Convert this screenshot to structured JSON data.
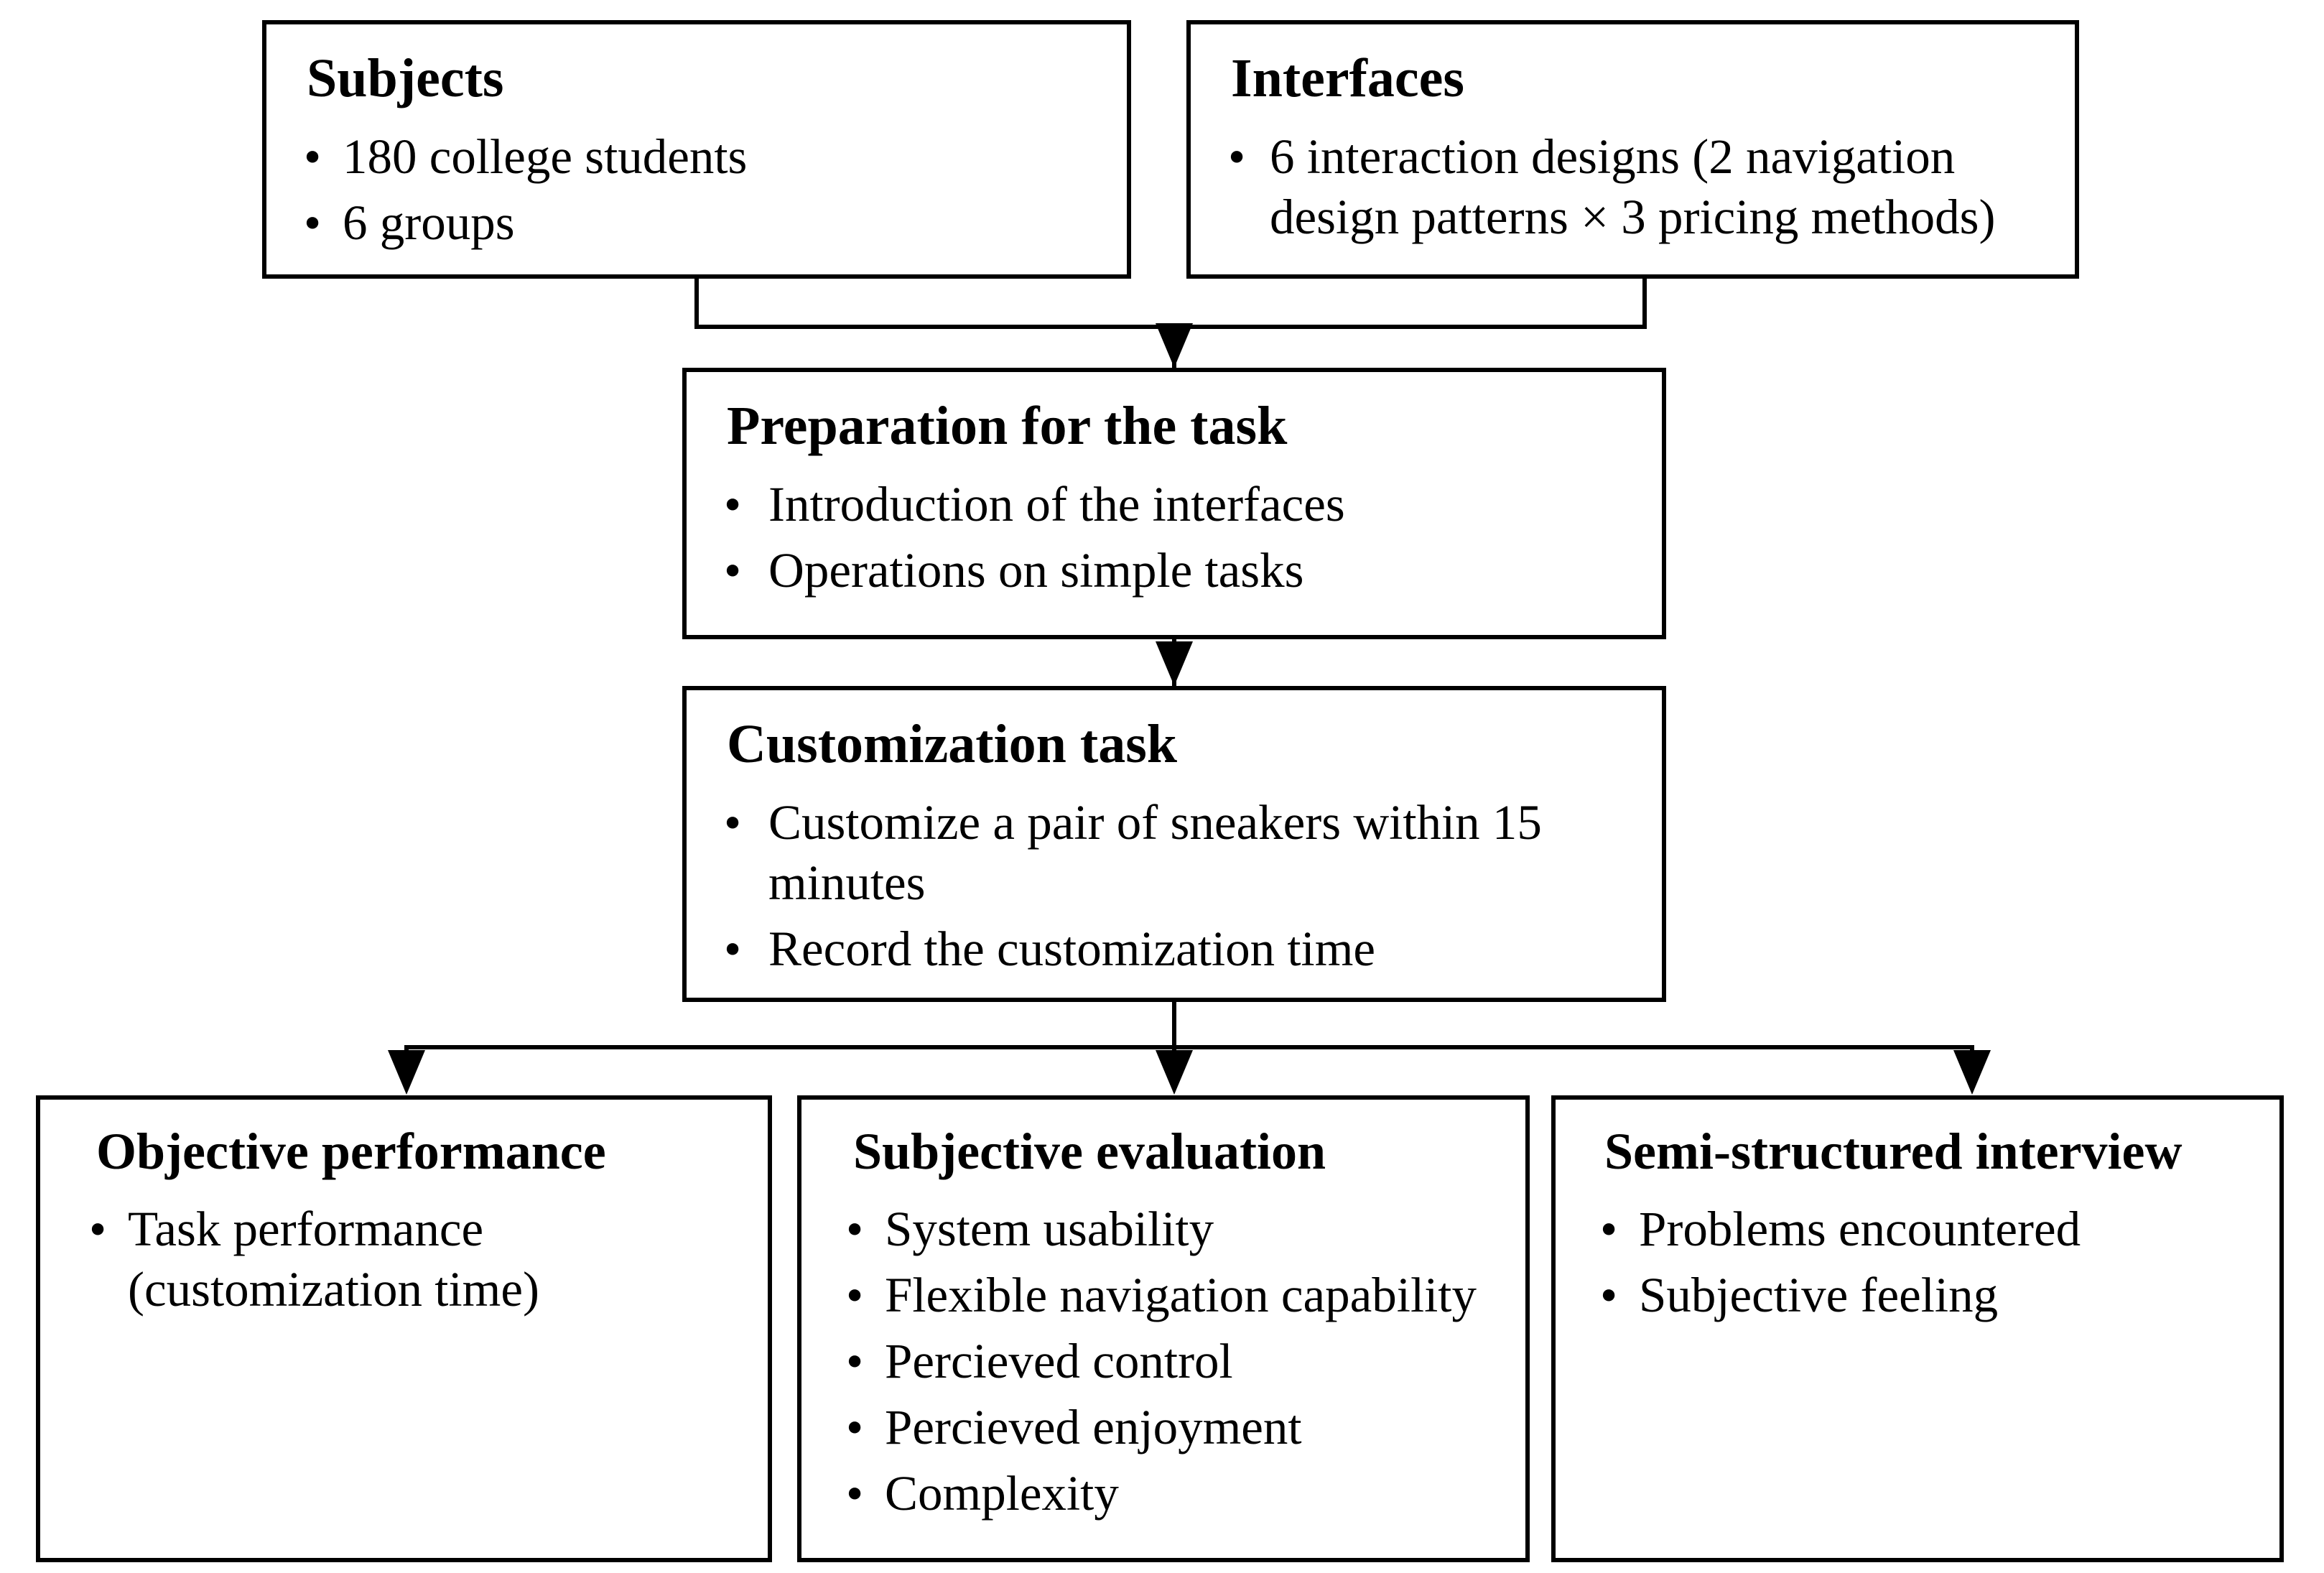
{
  "diagram": {
    "type": "experiment-procedure-flowchart",
    "colors": {
      "stroke": "#000000",
      "background": "#ffffff",
      "text": "#000000"
    },
    "nodes": {
      "subjects": {
        "title": "Subjects",
        "bullets": [
          "180 college students",
          "6 groups"
        ]
      },
      "interfaces": {
        "title": "Interfaces",
        "bullets": [
          "6 interaction designs (2 navigation design patterns × 3 pricing methods)"
        ]
      },
      "preparation": {
        "title": "Preparation for the task",
        "bullets": [
          "Introduction of the interfaces",
          "Operations on simple tasks"
        ]
      },
      "customization": {
        "title": "Customization task",
        "bullets": [
          "Customize a pair of sneakers within 15 minutes",
          "Record the customization time"
        ]
      },
      "objective": {
        "title": "Objective performance",
        "bullets": [
          "Task performance (customization time)"
        ]
      },
      "subjective": {
        "title": "Subjective evaluation",
        "bullets": [
          "System usability",
          "Flexible navigation capability",
          "Percieved control",
          "Percieved enjoyment",
          "Complexity"
        ]
      },
      "interview": {
        "title": "Semi-structured interview",
        "bullets": [
          "Problems encountered",
          "Subjective feeling"
        ]
      }
    },
    "bullet_glyph": "•",
    "edges": [
      {
        "from": "subjects",
        "to": "preparation",
        "style": "merge-arrow"
      },
      {
        "from": "interfaces",
        "to": "preparation",
        "style": "merge-arrow"
      },
      {
        "from": "preparation",
        "to": "customization",
        "style": "straight-arrow"
      },
      {
        "from": "customization",
        "to": "objective",
        "style": "split-arrow"
      },
      {
        "from": "customization",
        "to": "subjective",
        "style": "split-arrow"
      },
      {
        "from": "customization",
        "to": "interview",
        "style": "split-arrow"
      }
    ]
  }
}
